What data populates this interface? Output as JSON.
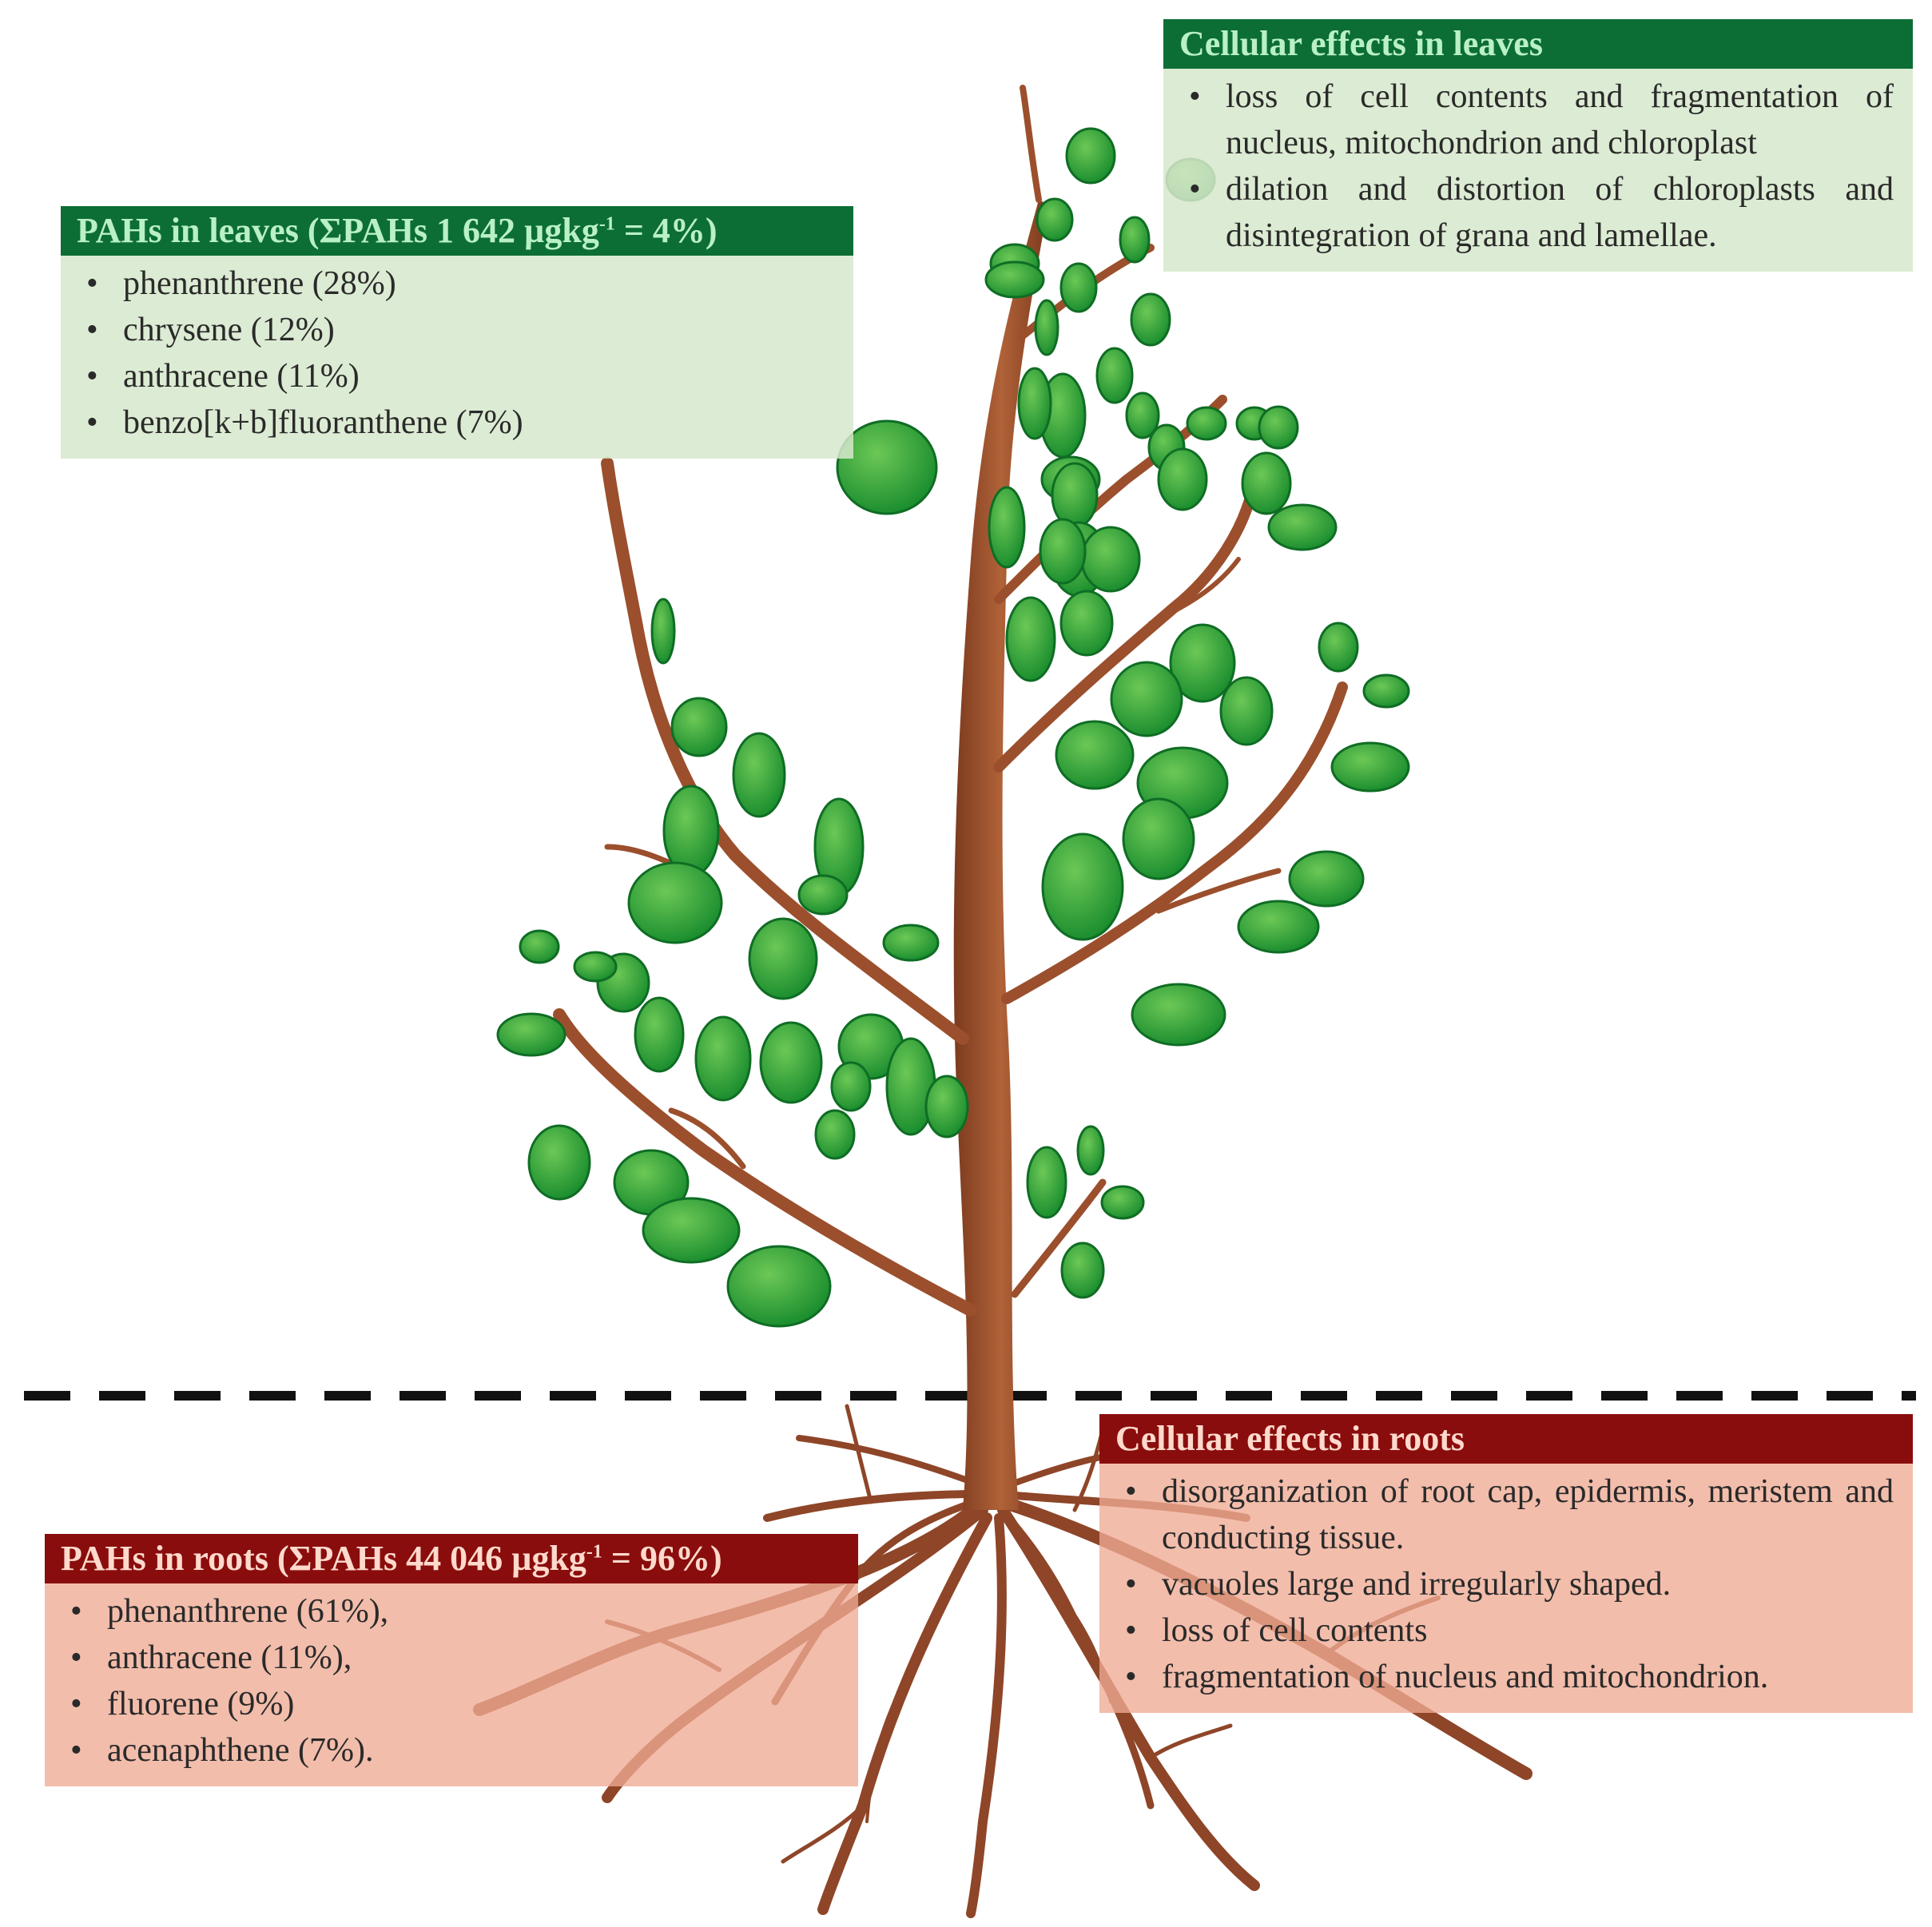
{
  "colors": {
    "leaf_green": "#2a9a36",
    "stem_brown": "#9b4f2c",
    "leaves_header": "#0c6e35",
    "roots_header": "#8a0d0d",
    "leaves_fill": "#d6e8cc",
    "roots_fill": "#f0aa94"
  },
  "leaves_pahs": {
    "title_pre": "PAHs in leaves (ΣPAHs 1 642 µgkg",
    "title_sup": "-1",
    "title_post": " = 4%)",
    "items": [
      "phenanthrene (28%)",
      "chrysene (12%)",
      "anthracene (11%)",
      "benzo[k+b]fluoranthene (7%)"
    ]
  },
  "leaves_effects": {
    "title": "Cellular effects in leaves",
    "items": [
      "loss of cell contents and fragmentation of nucleus, mitochondrion and chloroplast",
      "dilation and distortion of chloroplasts and disintegration of grana and lamellae."
    ]
  },
  "roots_pahs": {
    "title_pre": "PAHs in roots (ΣPAHs 44 046 µgkg",
    "title_sup": "-1",
    "title_post": " = 96%)",
    "items": [
      "phenanthrene (61%),",
      "anthracene (11%),",
      "fluorene (9%)",
      "acenaphthene (7%)."
    ]
  },
  "roots_effects": {
    "title": "Cellular effects in roots",
    "items": [
      "disorganization of root cap, epidermis, meristem and conducting tissue.",
      "vacuoles large and irregularly shaped.",
      "loss of cell contents",
      "fragmentation of nucleus and mitochondrion."
    ]
  }
}
